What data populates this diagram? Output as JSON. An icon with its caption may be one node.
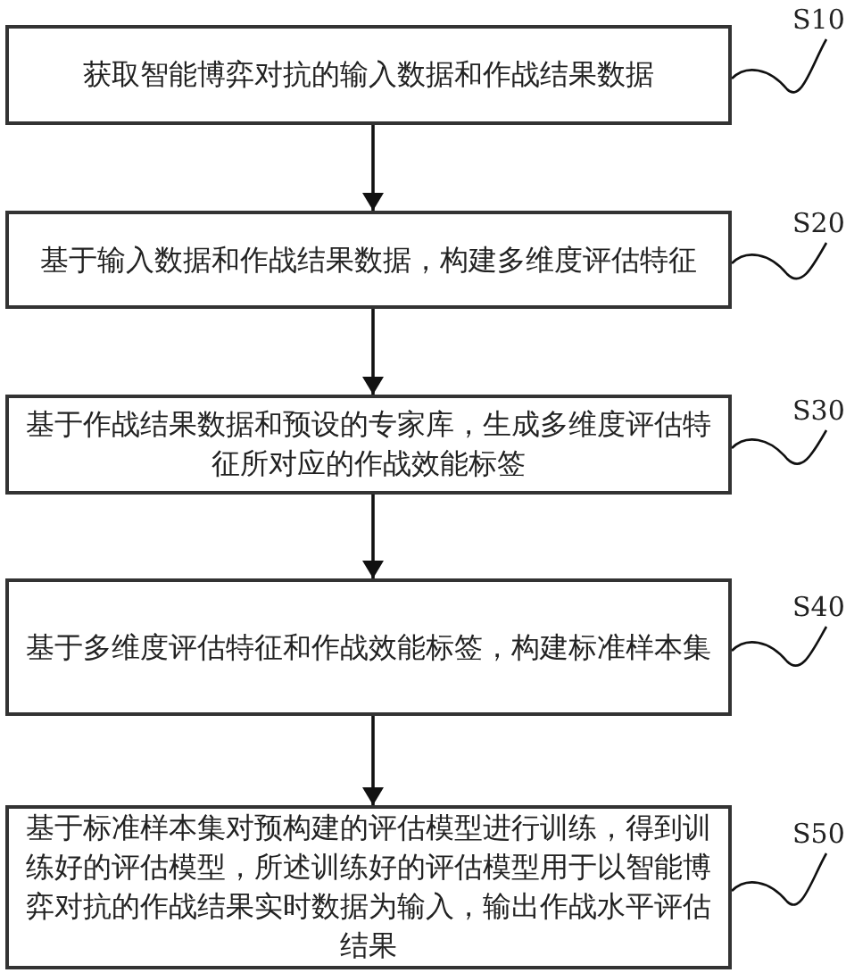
{
  "diagram": {
    "nodes": [
      {
        "text": [
          "获取智能博弈对抗的输入数据和作战结果数据"
        ]
      },
      {
        "text": [
          "基于输入数据和作战结果数据，构建多维度评估特征"
        ]
      },
      {
        "text": [
          "基于作战结果数据和预设的专家库，生成多维度评估特征所对应的作战效能标签"
        ]
      },
      {
        "text": [
          "基于多维度评估特征和作战效能标签，构建标准样本集"
        ]
      },
      {
        "text": [
          "基于标准样本集对预构建的评估模型进行训练，得到训练好的评估模型，所述训练好的评估模型用于以智能博弈对抗的作战结果实时数据为输入，输出作战水平评估结果"
        ]
      },
      {
        "text": [
          "S10"
        ]
      },
      {
        "text": [
          "S20"
        ]
      },
      {
        "text": [
          "S30"
        ]
      },
      {
        "text": [
          "S40"
        ]
      },
      {
        "text": [
          "S50"
        ]
      }
    ],
    "edges": [
      {
        "from": 0,
        "to": 1,
        "arrow": "to"
      },
      {
        "from": 1,
        "to": 2,
        "arrow": "to"
      },
      {
        "from": 2,
        "to": 3,
        "arrow": "to"
      },
      {
        "from": 3,
        "to": 4,
        "arrow": "to"
      },
      {
        "from": 5,
        "to": 0,
        "arrow": "none"
      },
      {
        "from": 6,
        "to": 1,
        "arrow": "none"
      },
      {
        "from": 7,
        "to": 2,
        "arrow": "none"
      },
      {
        "from": 8,
        "to": 3,
        "arrow": "none"
      },
      {
        "from": 9,
        "to": 4,
        "arrow": "none"
      }
    ]
  }
}
